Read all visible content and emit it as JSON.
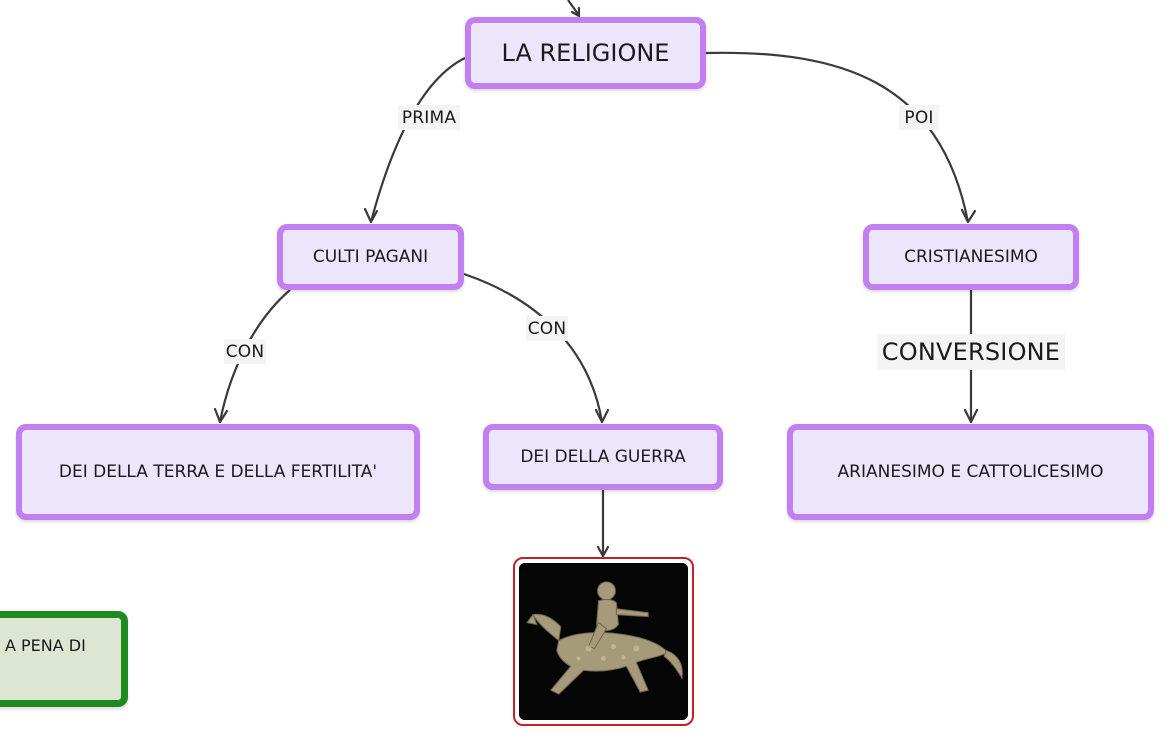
{
  "nodes": {
    "religione": "LA RELIGIONE",
    "culti": "CULTI PAGANI",
    "cristianesimo": "CRISTIANESIMO",
    "terra": "DEI DELLA TERRA E DELLA FERTILITA'",
    "guerra": "DEI DELLA GUERRA",
    "ariane": "ARIANESIMO E CATTOLICESIMO",
    "pena": "A PENA DI"
  },
  "links": {
    "prima": "PRIMA",
    "poi": "POI",
    "con1": "CON",
    "con2": "CON",
    "conversione": "CONVERSIONE"
  },
  "colors": {
    "node_border": "#c17ff0",
    "node_fill": "#ebe6fb",
    "green_border": "#1f8a1f",
    "image_border": "#c0222a"
  }
}
